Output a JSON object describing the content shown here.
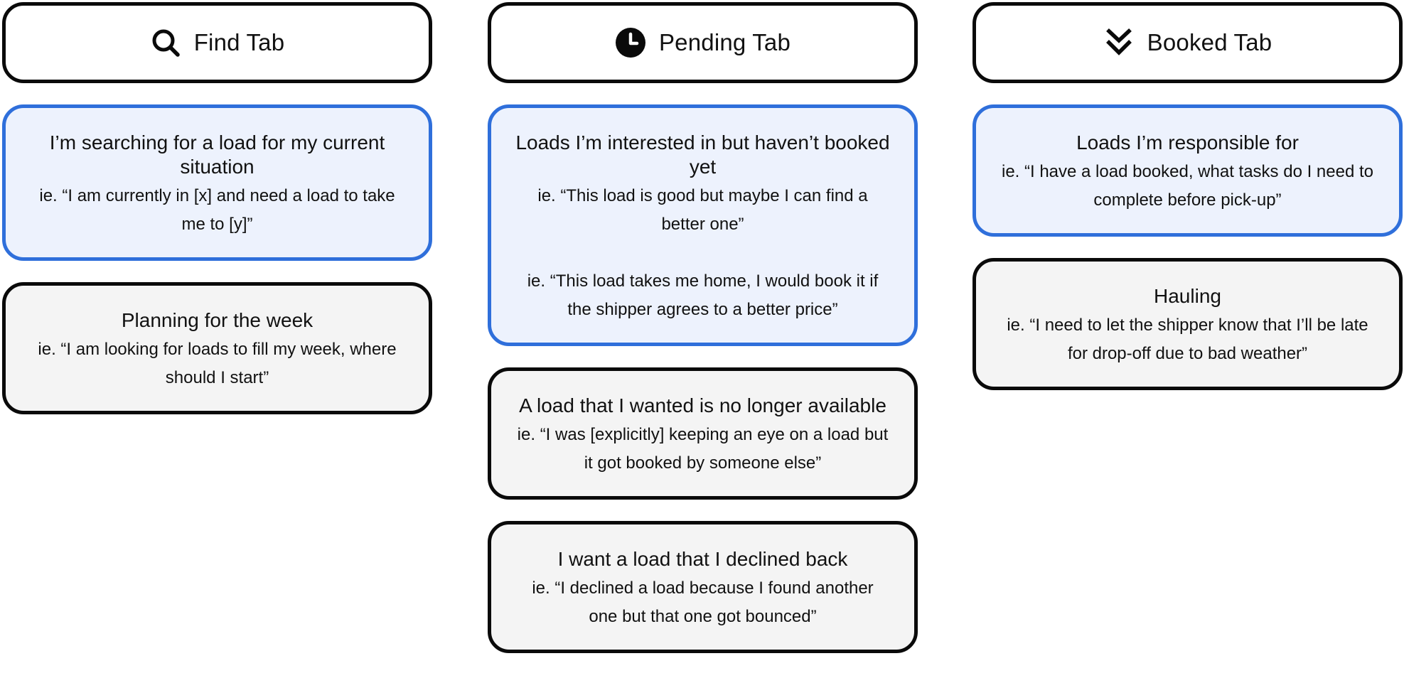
{
  "columns": [
    {
      "tab": {
        "label": "Find Tab",
        "icon": "search-icon"
      },
      "cards": [
        {
          "variant": "highlight",
          "title": "I’m searching for a load for my current situation",
          "quotes": [
            "ie. “I am currently in [x] and need a load to take me to [y]”"
          ]
        },
        {
          "variant": "plain",
          "title": "Planning for the week",
          "quotes": [
            "ie. “I am looking for loads to fill my week, where should I start”"
          ]
        }
      ]
    },
    {
      "tab": {
        "label": "Pending Tab",
        "icon": "clock-icon"
      },
      "cards": [
        {
          "variant": "highlight",
          "title": "Loads I’m interested in but haven’t booked yet",
          "quotes": [
            "ie. “This load is good but maybe I can find a better one”",
            "ie. “This load takes me home, I would book it if the shipper agrees to a better price”"
          ]
        },
        {
          "variant": "plain",
          "title": "A load that I wanted is no longer available",
          "quotes": [
            "ie. “I was [explicitly] keeping an eye on a load but it got booked by someone else”"
          ]
        },
        {
          "variant": "plain",
          "title": "I want a load that I declined back",
          "quotes": [
            "ie. “I declined a load because I found another one but that one got bounced”"
          ]
        }
      ]
    },
    {
      "tab": {
        "label": "Booked Tab",
        "icon": "double-check-icon"
      },
      "cards": [
        {
          "variant": "highlight",
          "title": "Loads I’m responsible for",
          "quotes": [
            "ie. “I have a load booked, what tasks do I need to complete before pick-up”"
          ]
        },
        {
          "variant": "plain",
          "title": "Hauling",
          "quotes": [
            "ie. “I need to let the shipper know that I’ll be late for drop-off due to bad weather”"
          ]
        }
      ]
    }
  ],
  "colors": {
    "highlight_border": "#2f6fdb",
    "highlight_fill": "#edf2fd",
    "plain_border": "#0a0a0a",
    "plain_fill": "#f4f4f4"
  }
}
